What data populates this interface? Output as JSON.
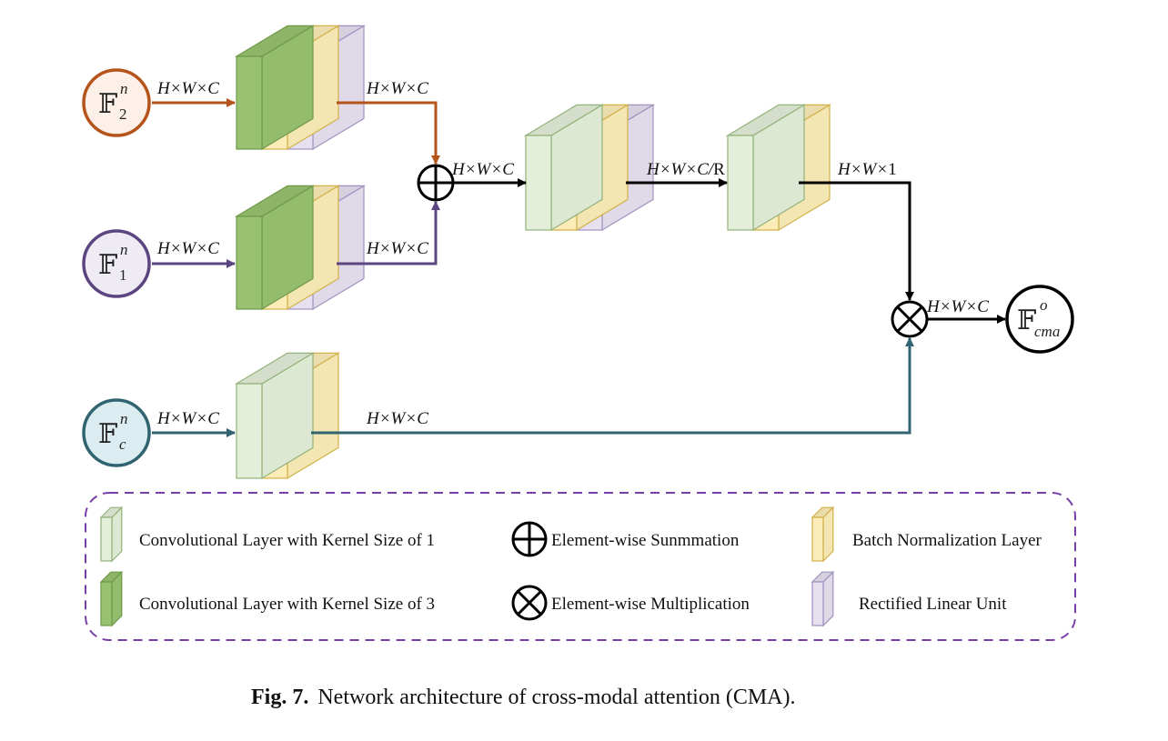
{
  "colors": {
    "orange": "#b5541a",
    "purple": "#5b4580",
    "teal": "#2f6470",
    "black": "#000000",
    "legend_border": "#7a3fa6",
    "conv1_fill": "#e4efda",
    "conv1_stroke": "#93b27b",
    "conv3_fill": "#99c270",
    "conv3_stroke": "#6d9a4a",
    "bn_fill": "#fcedb8",
    "bn_stroke": "#d2b04a",
    "relu_fill": "#e6e0ef",
    "relu_stroke": "#9f92bf"
  },
  "nodes": {
    "f2": {
      "main": "𝔽",
      "sub": "2",
      "sup": "n"
    },
    "f1": {
      "main": "𝔽",
      "sub": "1",
      "sup": "n"
    },
    "fc": {
      "main": "𝔽",
      "sub": "c",
      "sup": "n"
    },
    "fout": {
      "main": "𝔽",
      "sub": "cma",
      "sup": "o"
    }
  },
  "labels": {
    "f2_in": "H×W×C",
    "f2_out": "H×W×C",
    "f1_in": "H×W×C",
    "f1_out": "H×W×C",
    "fc_in": "H×W×C",
    "fc_out": "H×W×C",
    "sum_out": "H×W×C",
    "mid_out_prefix": "H×W×C/",
    "mid_out_suffix": "R",
    "att_out_prefix": "H×W×",
    "att_out_suffix": "1",
    "mul_out": "H×W×C"
  },
  "legend": {
    "conv1": "Convolutional Layer with Kernel Size of 1",
    "conv3": "Convolutional Layer with Kernel Size of 3",
    "sum": "Element-wise Sunmmation",
    "mul": "Element-wise Multiplication",
    "bn": "Batch Normalization Layer",
    "relu": "Rectified Linear Unit"
  },
  "caption": {
    "label": "Fig. 7.",
    "text": "Network architecture of cross-modal attention (CMA)."
  }
}
